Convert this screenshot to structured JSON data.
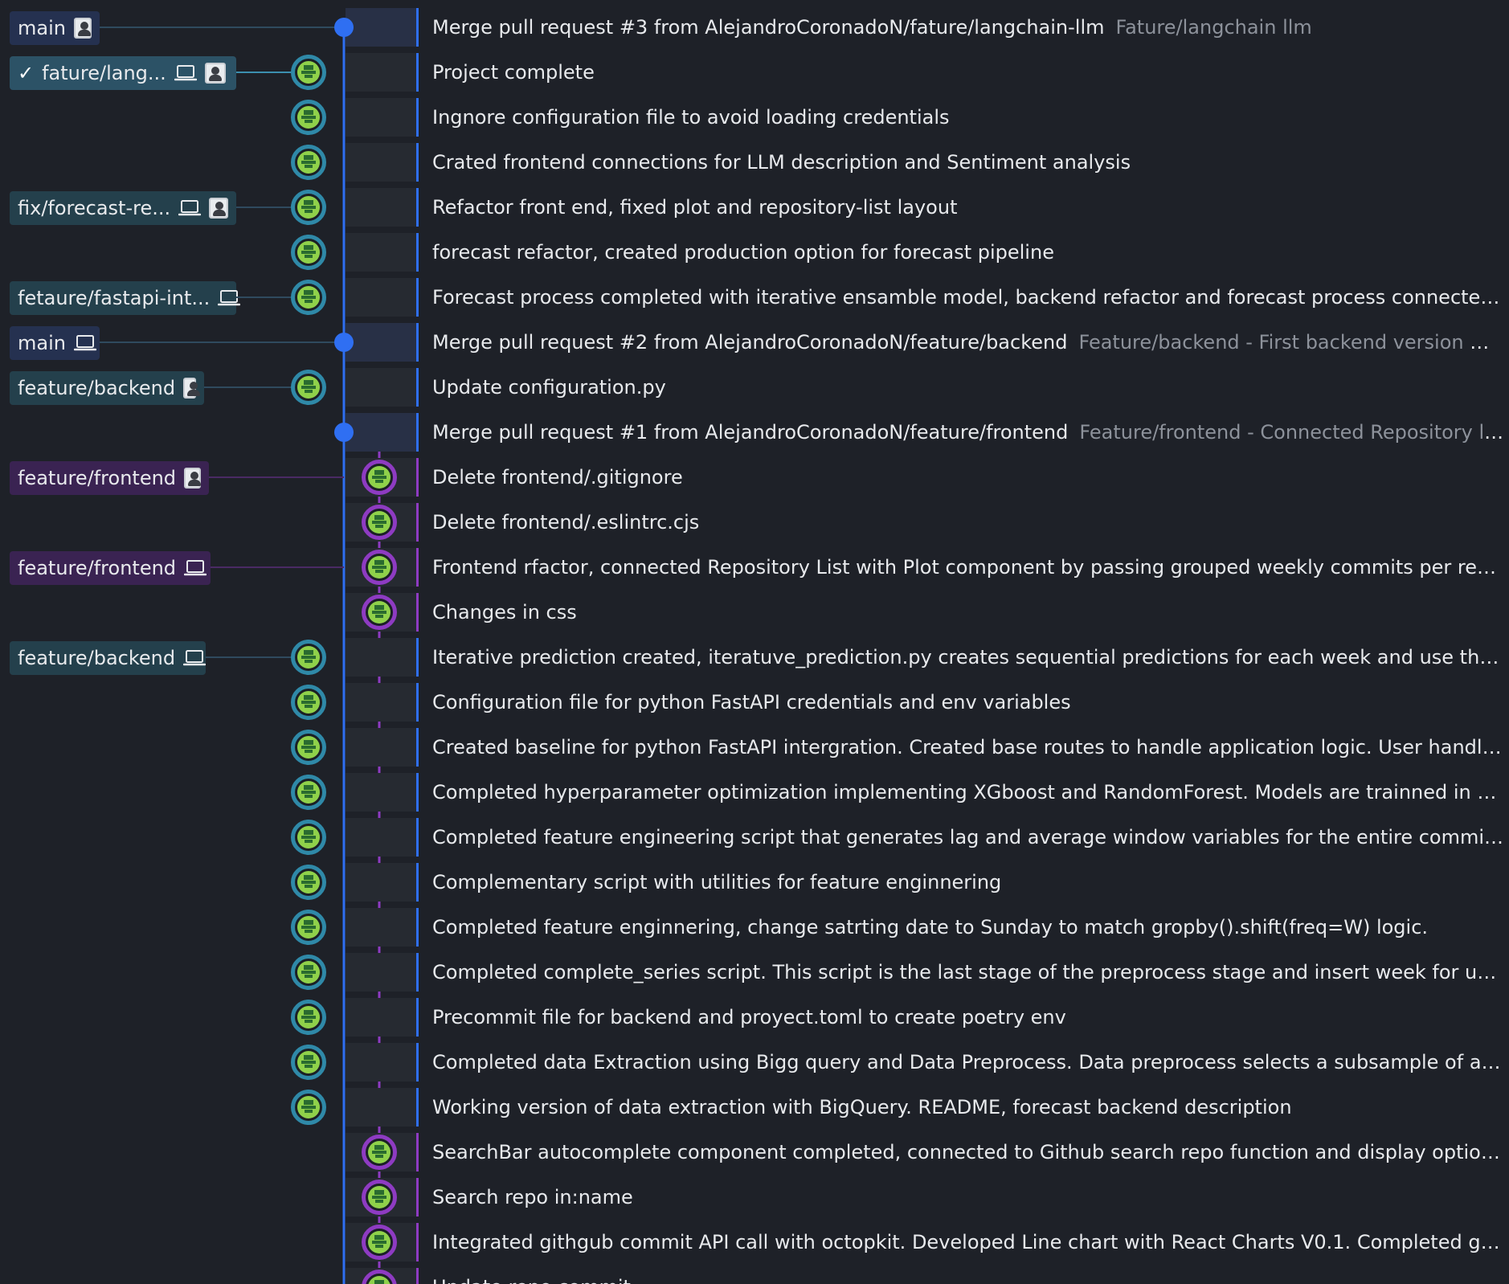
{
  "colors": {
    "blue_lane": "#2f6ff2",
    "purple_lane": "#8e3bc2",
    "blue_ref_bg": "#243c52",
    "teal_ref_bg": "#24404c",
    "active_ref_bg": "#2c5266",
    "purple_ref_bg": "#3a2352",
    "main_ref_bg": "#253150",
    "avatar_green": "#8fd14a"
  },
  "refs": [
    {
      "row": 0,
      "label": "main",
      "icons": [
        "avatar-icon"
      ],
      "style": "main",
      "lane": "blue"
    },
    {
      "row": 1,
      "label": "fature/lang...",
      "icons": [
        "laptop-icon",
        "avatar-icon"
      ],
      "style": "active",
      "checked": true,
      "lane": "blue"
    },
    {
      "row": 4,
      "label": "fix/forecast-re...",
      "icons": [
        "laptop-icon",
        "avatar-icon"
      ],
      "style": "teal",
      "lane": "blue"
    },
    {
      "row": 6,
      "label": "fetaure/fastapi-int...",
      "icons": [
        "laptop-icon"
      ],
      "style": "teal",
      "lane": "blue"
    },
    {
      "row": 7,
      "label": "main",
      "icons": [
        "laptop-icon"
      ],
      "style": "main",
      "lane": "blue"
    },
    {
      "row": 8,
      "label": "feature/backend",
      "icons": [
        "avatar-icon"
      ],
      "style": "teal",
      "lane": "blue"
    },
    {
      "row": 10,
      "label": "feature/frontend",
      "icons": [
        "avatar-icon"
      ],
      "style": "purple",
      "lane": "purple"
    },
    {
      "row": 12,
      "label": "feature/frontend",
      "icons": [
        "laptop-icon"
      ],
      "style": "purple",
      "lane": "purple"
    },
    {
      "row": 14,
      "label": "feature/backend",
      "icons": [
        "laptop-icon"
      ],
      "style": "teal",
      "lane": "blue"
    }
  ],
  "commits": [
    {
      "message": "Merge pull request #3 from AlejandroCoronadoN/fature/langchain-llm",
      "description": "Fature/langchain llm",
      "lane": "blue",
      "merge": true
    },
    {
      "message": "Project complete",
      "description": "",
      "lane": "blue",
      "merge": false
    },
    {
      "message": "Ingnore configuration file to avoid loading credentials",
      "description": "",
      "lane": "blue",
      "merge": false
    },
    {
      "message": "Crated frontend connections for LLM description and Sentiment analysis",
      "description": "",
      "lane": "blue",
      "merge": false
    },
    {
      "message": "Refactor front end, fixed plot and repository-list layout",
      "description": "",
      "lane": "blue",
      "merge": false
    },
    {
      "message": "forecast refactor, created production option for forecast pipeline",
      "description": "",
      "lane": "blue",
      "merge": false
    },
    {
      "message": "Forecast process completed with iterative ensamble model, backend refactor and forecast process connected from ma...",
      "description": "",
      "lane": "blue",
      "merge": false
    },
    {
      "message": "Merge pull request #2 from AlejandroCoronadoN/feature/backend",
      "description": "Feature/backend - First backend version with all th...",
      "lane": "blue",
      "merge": true
    },
    {
      "message": "Update configuration.py",
      "description": "",
      "lane": "blue",
      "merge": false
    },
    {
      "message": "Merge pull request #1 from AlejandroCoronadoN/feature/frontend",
      "description": "Feature/frontend - Connected Repository list that ...",
      "lane": "blue",
      "merge": true
    },
    {
      "message": "Delete frontend/.gitignore",
      "description": "",
      "lane": "purple",
      "merge": false
    },
    {
      "message": "Delete frontend/.eslintrc.cjs",
      "description": "",
      "lane": "purple",
      "merge": false
    },
    {
      "message": "Frontend rfactor, connected Repository List with Plot component by passing grouped weekly commits per repository i...",
      "description": "",
      "lane": "purple",
      "merge": false
    },
    {
      "message": "Changes in css",
      "description": "",
      "lane": "purple",
      "merge": false
    },
    {
      "message": "Iterative prediction created, iteratuve_prediction.py creates sequential predictions for each week and use them again f...",
      "description": "",
      "lane": "blue",
      "merge": false
    },
    {
      "message": "Configuration file for python FastAPI credentials and env variables",
      "description": "",
      "lane": "blue",
      "merge": false
    },
    {
      "message": "Created baseline for python FastAPI intergration. Created base routes to handle application logic. User handles user lo...",
      "description": "",
      "lane": "blue",
      "merge": false
    },
    {
      "message": "Completed hyperparameter optimization implementing XGboost and RandomForest. Models are trainned in a sequent...",
      "description": "",
      "lane": "blue",
      "merge": false
    },
    {
      "message": "Completed feature engineering script that generates lag and average window variables for the entire commit time series",
      "description": "",
      "lane": "blue",
      "merge": false
    },
    {
      "message": "Complementary script with utilities for feature enginnering",
      "description": "",
      "lane": "blue",
      "merge": false
    },
    {
      "message": "Completed feature enginnering, change satrting date to Sunday to match gropby().shift(freq=W) logic.",
      "description": "",
      "lane": "blue",
      "merge": false
    },
    {
      "message": "Completed complete_series script. This script is the last stage of the preprocess stage and insert week for uncomplete...",
      "description": "",
      "lane": "blue",
      "merge": false
    },
    {
      "message": "Precommit file for backend and proyect.toml to create poetry env",
      "description": "",
      "lane": "blue",
      "merge": false
    },
    {
      "message": "Completed data Extraction using Bigg query and Data Preprocess. Data preprocess selects a subsample of all repositor...",
      "description": "",
      "lane": "blue",
      "merge": false
    },
    {
      "message": "Working version of data extraction with BigQuery. README, forecast backend description",
      "description": "",
      "lane": "blue",
      "merge": false
    },
    {
      "message": "SearchBar autocomplete component completed, connected to Github search repo function and display options in auto...",
      "description": "",
      "lane": "purple",
      "merge": false
    },
    {
      "message": "Search repo in:name",
      "description": "",
      "lane": "purple",
      "merge": false
    },
    {
      "message": "Integrated githgub commit API call with octopkit. Developed Line chart with React Charts V0.1. Completed github com...",
      "description": "",
      "lane": "purple",
      "merge": false
    },
    {
      "message": "Update repo commit",
      "description": "",
      "lane": "purple",
      "merge": false
    }
  ]
}
